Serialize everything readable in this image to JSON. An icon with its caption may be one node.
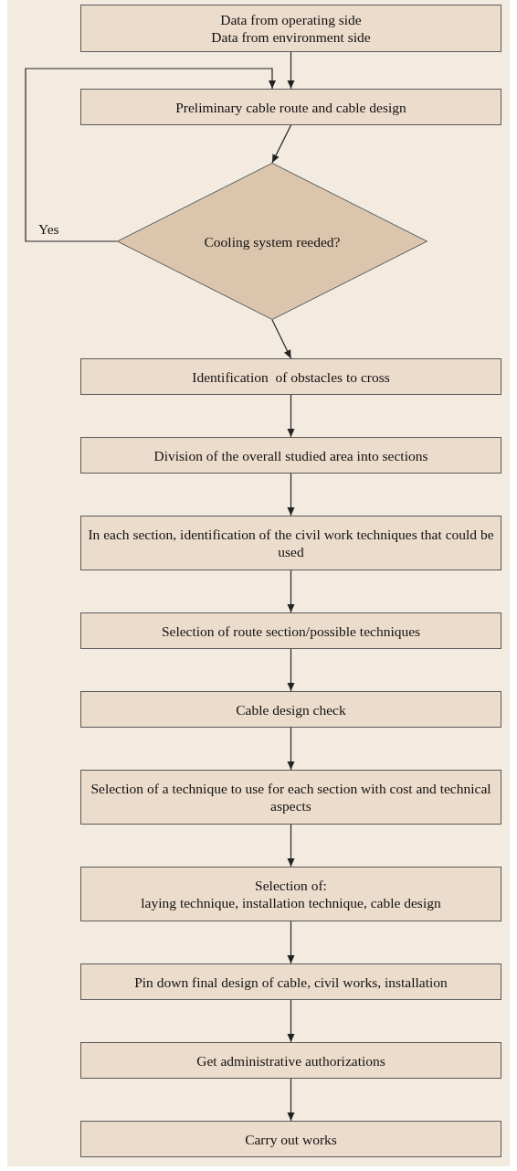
{
  "diagram": {
    "nodes": [
      {
        "text": [
          "Data from operating side",
          "Data from environment side"
        ]
      },
      {
        "text": [
          "Preliminary cable route and cable design"
        ]
      },
      {
        "text": [
          "Cooling system reeded?"
        ]
      },
      {
        "text": [
          "Identification  of obstacles to cross"
        ]
      },
      {
        "text": [
          "Division of the overall studied area into sections"
        ]
      },
      {
        "text": [
          "In each section, identification of the civil work techniques that could be used"
        ]
      },
      {
        "text": [
          "Selection of route section/possible techniques"
        ]
      },
      {
        "text": [
          "Cable design check"
        ]
      },
      {
        "text": [
          "Selection of a technique to use for each section with cost and technical aspects"
        ]
      },
      {
        "text": [
          "Selection of:",
          "laying technique, installation technique, cable design"
        ]
      },
      {
        "text": [
          "Pin down final design of cable, civil works, installation"
        ]
      },
      {
        "text": [
          "Get administrative authorizations"
        ]
      },
      {
        "text": [
          "Carry out works"
        ]
      }
    ],
    "edges": [
      {
        "from": 0,
        "to": 1,
        "arrow": "to"
      },
      {
        "from": 1,
        "to": 2,
        "arrow": "to"
      },
      {
        "from": 2,
        "to": 1,
        "arrow": "to",
        "label": "Yes"
      },
      {
        "from": 2,
        "to": 3,
        "arrow": "to"
      },
      {
        "from": 3,
        "to": 4,
        "arrow": "to"
      },
      {
        "from": 4,
        "to": 5,
        "arrow": "to"
      },
      {
        "from": 5,
        "to": 6,
        "arrow": "to"
      },
      {
        "from": 6,
        "to": 7,
        "arrow": "to"
      },
      {
        "from": 7,
        "to": 8,
        "arrow": "to"
      },
      {
        "from": 8,
        "to": 9,
        "arrow": "to"
      },
      {
        "from": 9,
        "to": 10,
        "arrow": "to"
      },
      {
        "from": 10,
        "to": 11,
        "arrow": "to"
      },
      {
        "from": 11,
        "to": 12,
        "arrow": "to"
      }
    ]
  }
}
